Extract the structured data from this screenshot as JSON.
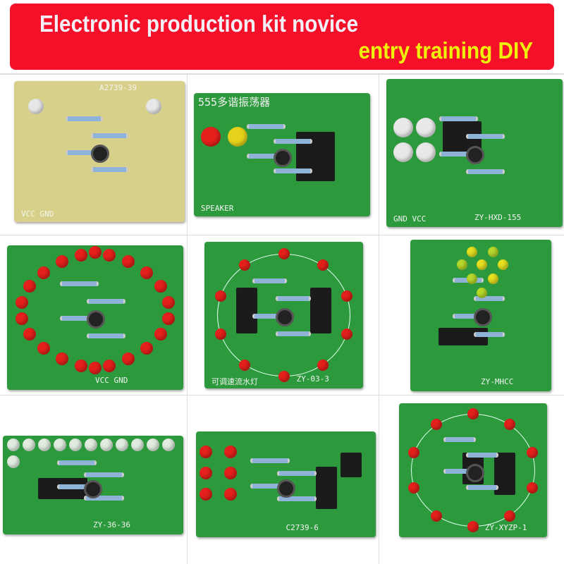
{
  "banner": {
    "line1": "Electronic production kit novice",
    "line2": "entry training DIY",
    "background": "#f5102a",
    "line1_color": "#f4eef6",
    "line2_color": "#eef20a"
  },
  "boards": [
    {
      "label": "A2739-39",
      "sub": "VCC   GND",
      "color": "yellow"
    },
    {
      "label": "555多谐振荡器",
      "sub": "SPEAKER",
      "color": "green"
    },
    {
      "label": "ZY-HXD-155",
      "sub": "GND    VCC",
      "color": "green"
    },
    {
      "label": "VCC  GND",
      "sub": "",
      "color": "green"
    },
    {
      "label": "ZY-03-3",
      "sub": "可调速流水灯",
      "color": "green"
    },
    {
      "label": "ZY-MHCC",
      "sub": "",
      "color": "green"
    },
    {
      "label": "ZY-36-36",
      "sub": "",
      "color": "green"
    },
    {
      "label": "C2739-6",
      "sub": "",
      "color": "green"
    },
    {
      "label": "ZY-XYZP-1",
      "sub": "",
      "color": "green"
    }
  ]
}
